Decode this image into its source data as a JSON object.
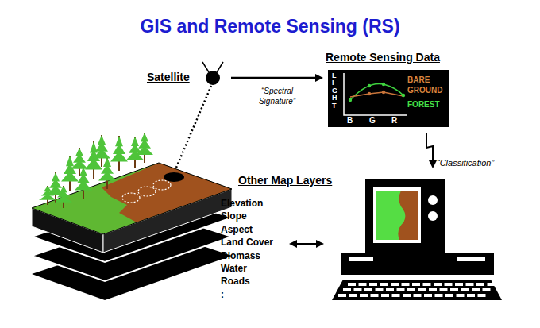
{
  "diagram": {
    "title": "GIS and Remote Sensing (RS)",
    "nodes": [
      {
        "text": [
          "Satellite"
        ]
      },
      {
        "text": [
          "Remote Sensing Data",
          "LIGHT",
          "B",
          "G",
          "R",
          "BARE GROUND",
          "FOREST"
        ]
      }
    ],
    "edges": [
      {
        "from": 0,
        "to": 1,
        "arrow": "to",
        "label": "“Spectral Signature”"
      }
    ],
    "labels": [
      "“Classification”",
      "Other Map Layers",
      "Elevation",
      "Slope",
      "Aspect",
      "Land Cover",
      "Biomass",
      "Water",
      "Roads",
      ":"
    ]
  }
}
